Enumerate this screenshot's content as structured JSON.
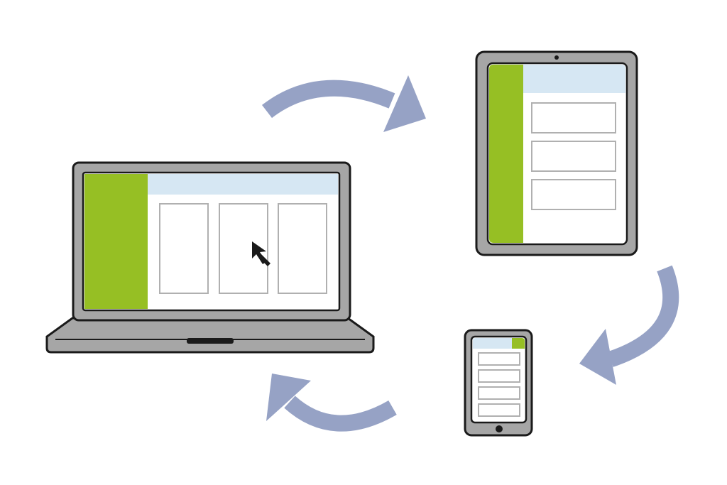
{
  "diagram": {
    "devices": [
      {
        "kind": "laptop",
        "columns": 3,
        "has_cursor": true
      },
      {
        "kind": "tablet",
        "rows": 3
      },
      {
        "kind": "phone",
        "rows": 4
      }
    ],
    "cycle": [
      "laptop",
      "tablet",
      "phone",
      "laptop"
    ],
    "icons": [
      "laptop-icon",
      "tablet-icon",
      "phone-icon",
      "cursor-icon",
      "cycle-arrow-icon"
    ]
  },
  "colors": {
    "background": "#ffffff",
    "frame": "#a6a6a6",
    "outline": "#1a1a1a",
    "sidebar": "#96bf24",
    "header": "#d6e7f3",
    "content": "#ffffff",
    "card_border": "#b0b0b0",
    "arrow": "#96a2c5"
  }
}
